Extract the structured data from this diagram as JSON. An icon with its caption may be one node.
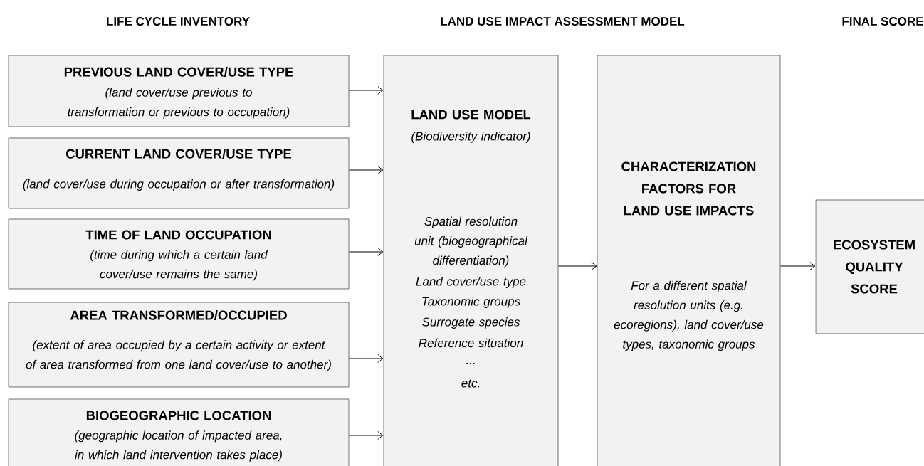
{
  "diagram": {
    "nodes": [
      {
        "text": [
          "PREVIOUS LAND COVER/USE TYPE",
          "(land cover/use previous to transformation or previous to occupation)"
        ]
      },
      {
        "text": [
          "CURRENT LAND COVER/USE TYPE",
          "(land cover/use during occupation or after transformation)"
        ]
      },
      {
        "text": [
          "TIME OF LAND OCCUPATION",
          "(time during which a certain land cover/use remains the same)"
        ]
      },
      {
        "text": [
          "AREA TRANSFORMED/OCCUPIED",
          "(extent of area occupied by a certain activity or extent of area transformed from one land cover/use to another)"
        ]
      },
      {
        "text": [
          "BIOGEOGRAPHIC LOCATION",
          "(geographic location of impacted area, in which land intervention takes place)"
        ]
      },
      {
        "text": [
          "LAND USE MODEL",
          "(Biodiversity indicator)",
          "Spatial resolution unit (biogeographical differentiation)",
          "Land cover/use type",
          "Taxonomic groups",
          "Surrogate species",
          "Reference situation",
          "...",
          "etc."
        ]
      },
      {
        "text": [
          "CHARACTERIZATION FACTORS FOR LAND USE IMPACTS",
          "For a different spatial resolution units (e.g. ecoregions), land cover/use types, taxonomic groups"
        ]
      },
      {
        "text": [
          "ECOSYSTEM QUALITY SCORE"
        ]
      }
    ],
    "edges": [
      {
        "from": 0,
        "to": 5,
        "arrow": "to"
      },
      {
        "from": 1,
        "to": 5,
        "arrow": "to"
      },
      {
        "from": 2,
        "to": 5,
        "arrow": "to"
      },
      {
        "from": 3,
        "to": 5,
        "arrow": "to"
      },
      {
        "from": 4,
        "to": 5,
        "arrow": "to"
      },
      {
        "from": 5,
        "to": 6,
        "arrow": "to"
      },
      {
        "from": 6,
        "to": 7,
        "arrow": "to"
      }
    ],
    "labels": [
      "LIFE CYCLE INVENTORY",
      "LAND USE IMPACT ASSESSMENT MODEL",
      "FINAL SCORE"
    ]
  }
}
